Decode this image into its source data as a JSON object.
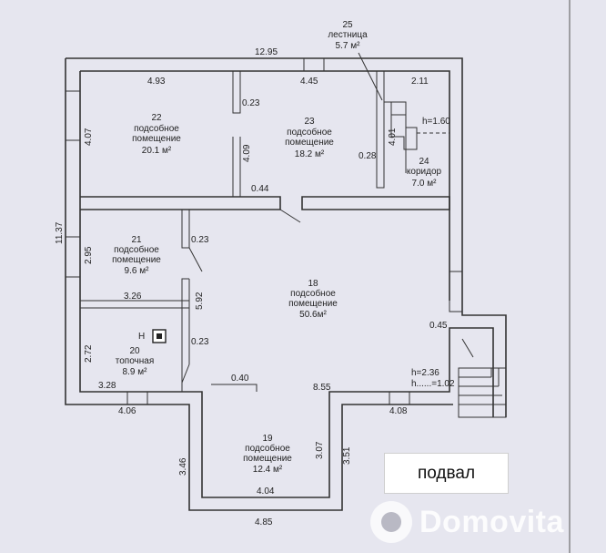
{
  "dimensions": {
    "top_total": "12.95",
    "top_left": "4.93",
    "top_mid": "4.45",
    "top_right": "2.11",
    "left_total": "11.37",
    "room22_height": "4.07",
    "partition_gap_top": "0.23",
    "room23_partition": "4.09",
    "stair_partition": "4.01",
    "stair_gap": "0.28",
    "door_gap": "0.44",
    "room21_height": "2.95",
    "room21_gap": "0.23",
    "room21_width": "3.26",
    "partition_mid": "5.92",
    "room20_height": "2.72",
    "room20_gap": "0.23",
    "room20_width": "3.28",
    "bottom_gap": "0.40",
    "bottom_mid": "8.55",
    "bottom_left": "4.06",
    "bottom_right": "4.08",
    "entry_gap": "0.45",
    "room19_left": "3.46",
    "room19_inner": "3.07",
    "room19_right": "3.51",
    "room19_inner_bottom": "4.04",
    "room19_bottom": "4.85"
  },
  "rooms": {
    "r22": {
      "num": "22",
      "name1": "подсобное",
      "name2": "помещение",
      "area": "20.1 м²"
    },
    "r23": {
      "num": "23",
      "name1": "подсобное",
      "name2": "помещение",
      "area": "18.2 м²"
    },
    "r24": {
      "num": "24",
      "name1": "коридор",
      "area": "7.0 м²"
    },
    "r25": {
      "num": "25",
      "name1": "лестница",
      "area": "5.7 м²"
    },
    "r21": {
      "num": "21",
      "name1": "подсобное",
      "name2": "помещение",
      "area": "9.6 м²"
    },
    "r18": {
      "num": "18",
      "name1": "подсобное",
      "name2": "помещение",
      "area": "50.6м²"
    },
    "r20": {
      "num": "20",
      "name1": "топочная",
      "area": "8.9 м²"
    },
    "r19": {
      "num": "19",
      "name1": "подсобное",
      "name2": "помещение",
      "area": "12.4 м²"
    }
  },
  "heights": {
    "stair_h": "h=1.60",
    "entry_h1": "h=2.36",
    "entry_h2": "h=1.02",
    "entry_h2_prefix": "h......=1.02"
  },
  "stove_label": "H",
  "floor_label": "подвал",
  "watermark": "Domovita",
  "colors": {
    "paper": "#e6e6ef",
    "ink": "#333333"
  }
}
